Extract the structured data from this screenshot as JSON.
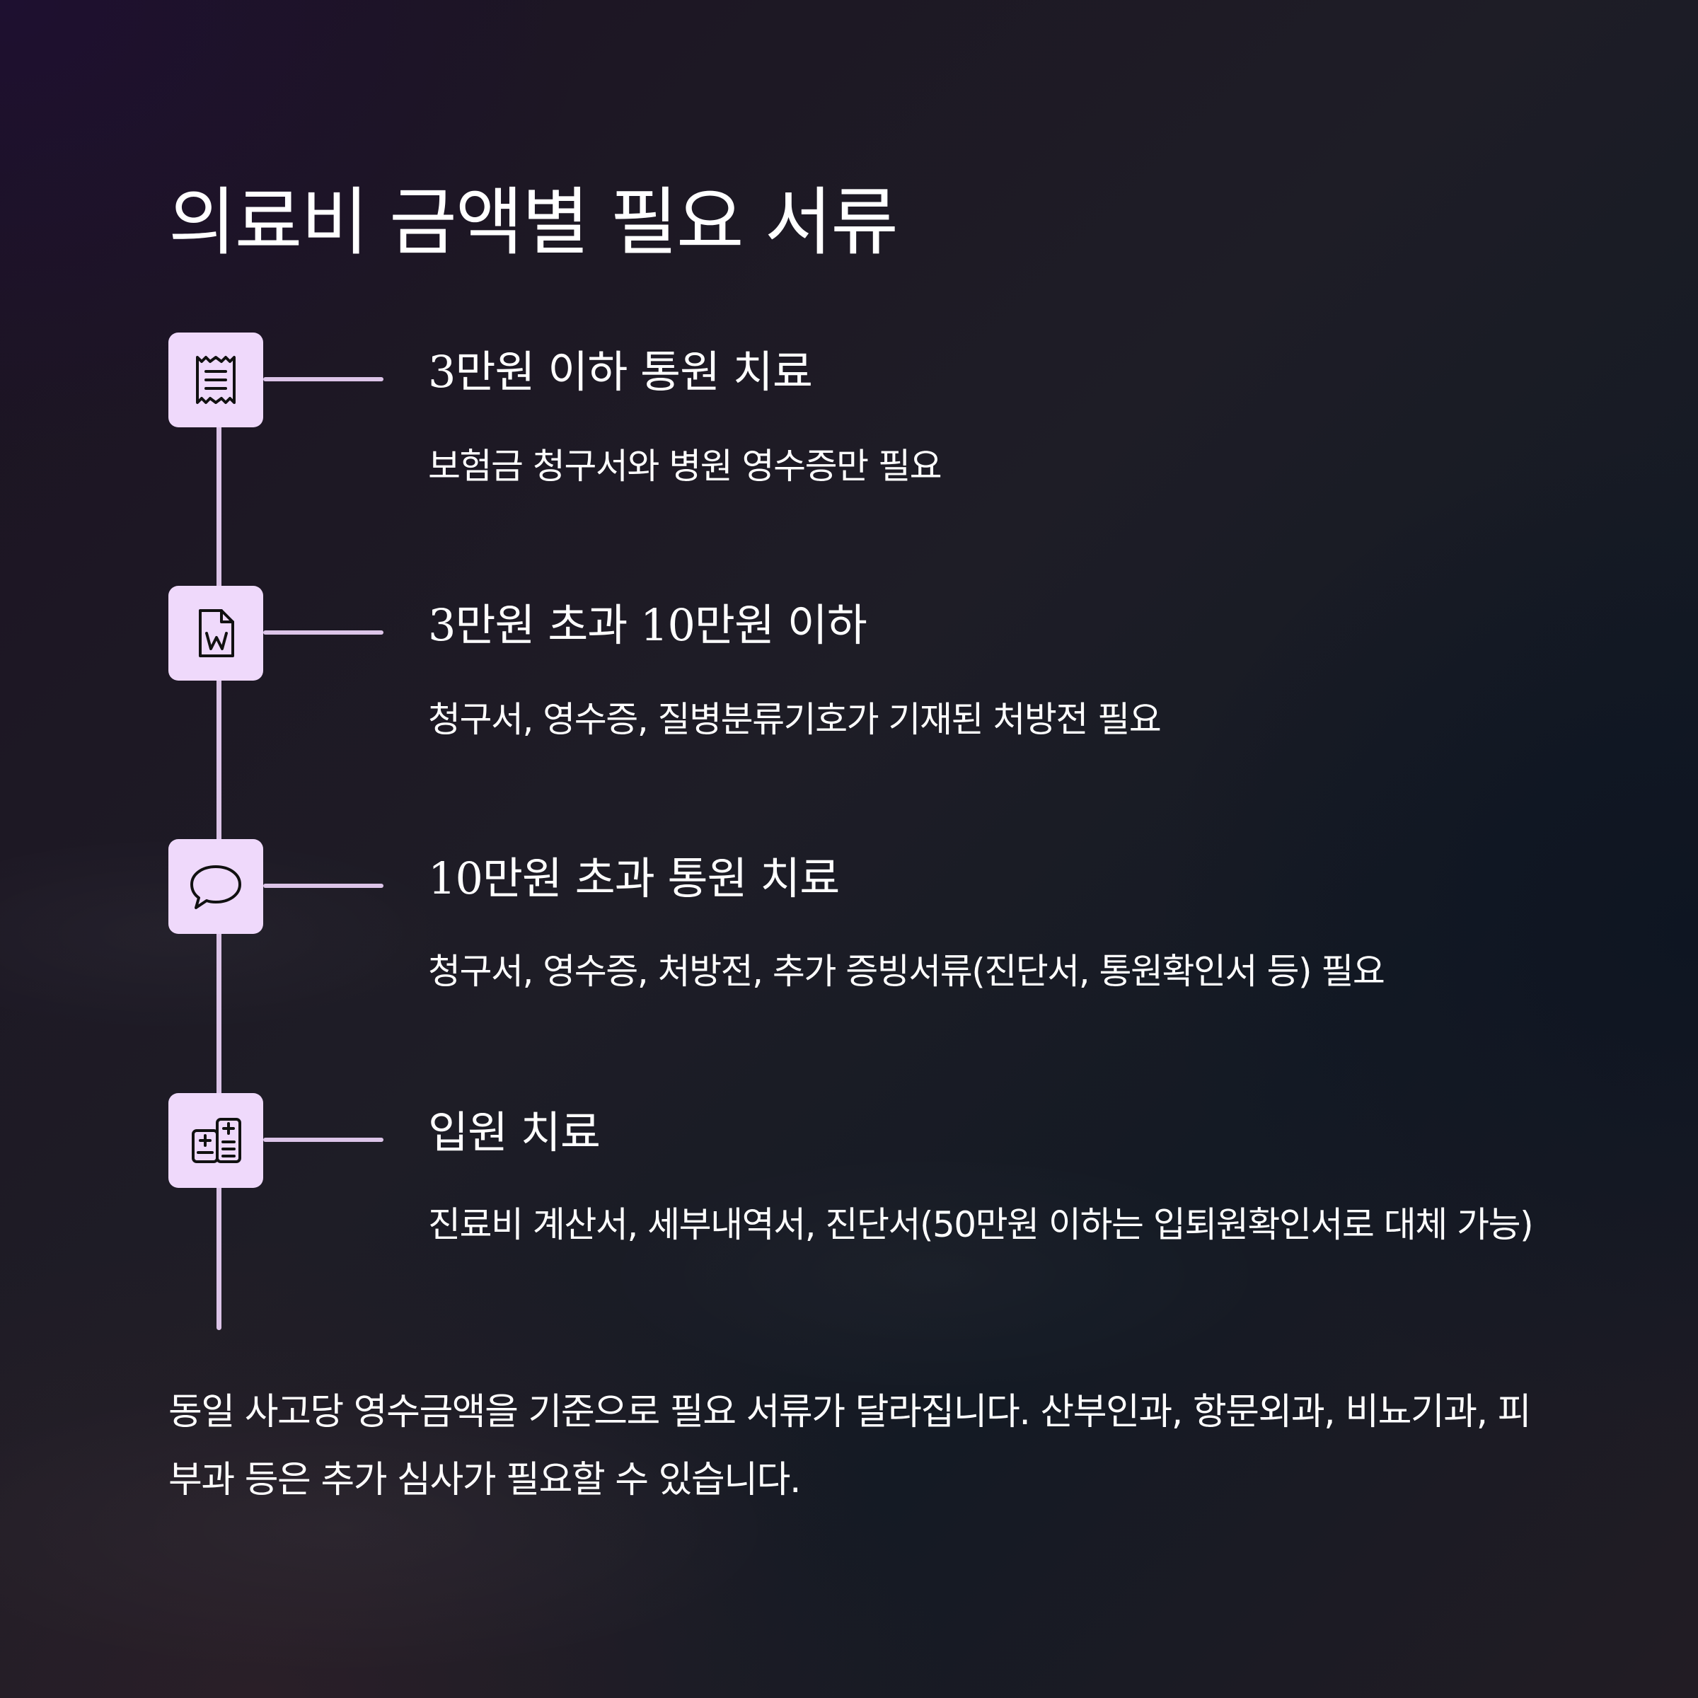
{
  "title": "의료비 금액별 필요 서류",
  "colors": {
    "icon_bg": "#efd9fb",
    "line": "#dcc4e8",
    "text": "#ffffff",
    "background_dark": "#1c1222"
  },
  "items": [
    {
      "icon": "receipt-icon",
      "title": "3만원 이하 통원 치료",
      "description": "보험금 청구서와 병원 영수증만 필요"
    },
    {
      "icon": "word-document-icon",
      "title": "3만원 초과 10만원 이하",
      "description": "청구서, 영수증, 질병분류기호가 기재된 처방전 필요"
    },
    {
      "icon": "chat-bubble-icon",
      "title": "10만원 초과 통원 치료",
      "description": "청구서, 영수증, 처방전, 추가 증빙서류(진단서, 통원확인서 등) 필요"
    },
    {
      "icon": "calculator-icon",
      "title": "입원 치료",
      "description": "진료비 계산서, 세부내역서, 진단서(50만원 이하는 입퇴원확인서로 대체 가능)"
    }
  ],
  "footer": "동일 사고당 영수금액을 기준으로 필요 서류가 달라집니다. 산부인과, 항문외과, 비뇨기과, 피부과 등은 추가 심사가 필요할 수 있습니다."
}
